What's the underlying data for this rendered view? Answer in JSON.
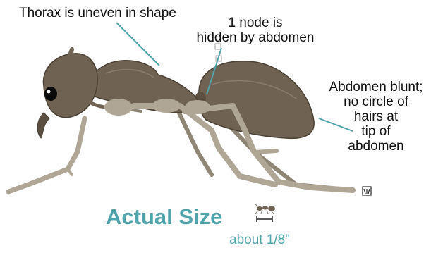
{
  "labels": {
    "thorax": "Thorax is uneven in shape",
    "node": [
      "1 node is",
      "hidden by abdomen"
    ],
    "abdomen": [
      "Abdomen blunt;",
      "no circle of",
      "hairs at",
      "tip of",
      "abdomen"
    ]
  },
  "scale": {
    "title": "Actual Size",
    "caption": "about 1/8\""
  },
  "colors": {
    "body": "#6f6252",
    "body_dark": "#4a4033",
    "legs": "#b0a696",
    "leader": "#4ea4aa",
    "accent_text": "#4ea4aa"
  }
}
